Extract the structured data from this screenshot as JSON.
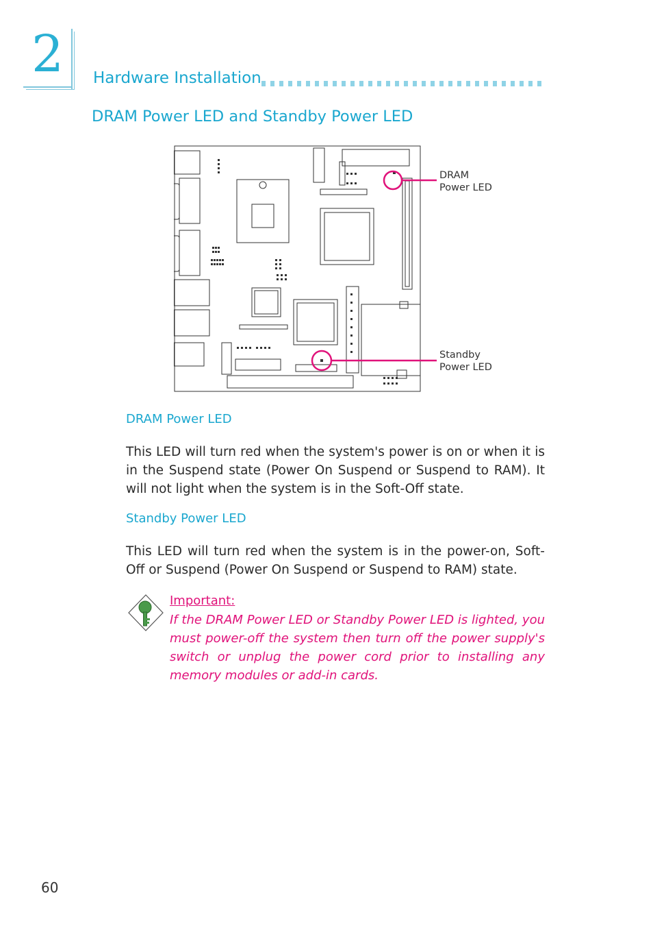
{
  "header": {
    "chapter_number": "2",
    "section_title": "Hardware Installation"
  },
  "page_heading": "DRAM Power LED and Standby Power LED",
  "diagram": {
    "dram_callout": [
      "DRAM",
      "Power  LED"
    ],
    "standby_callout": [
      "Standby",
      "Power  LED"
    ],
    "highlight_color": "#e0127a"
  },
  "dram_section": {
    "heading": "DRAM Power LED",
    "text": "This LED will turn red when the system's power is on or when it is in the Suspend state (Power On Suspend or Suspend to RAM). It will not light when the system is in the Soft-Off state."
  },
  "standby_section": {
    "heading": "Standby Power LED",
    "text": "This LED will turn red when the system is in the power-on, Soft-Off or Suspend (Power On Suspend or Suspend to RAM) state."
  },
  "important": {
    "label": "Important:",
    "text": "If the DRAM Power LED or Standby Power LED is lighted, you must power-off the system then turn off the power supply's switch or unplug the power cord prior to installing any memory modules or add-in cards.",
    "icon": "key-icon"
  },
  "page_number": "60"
}
